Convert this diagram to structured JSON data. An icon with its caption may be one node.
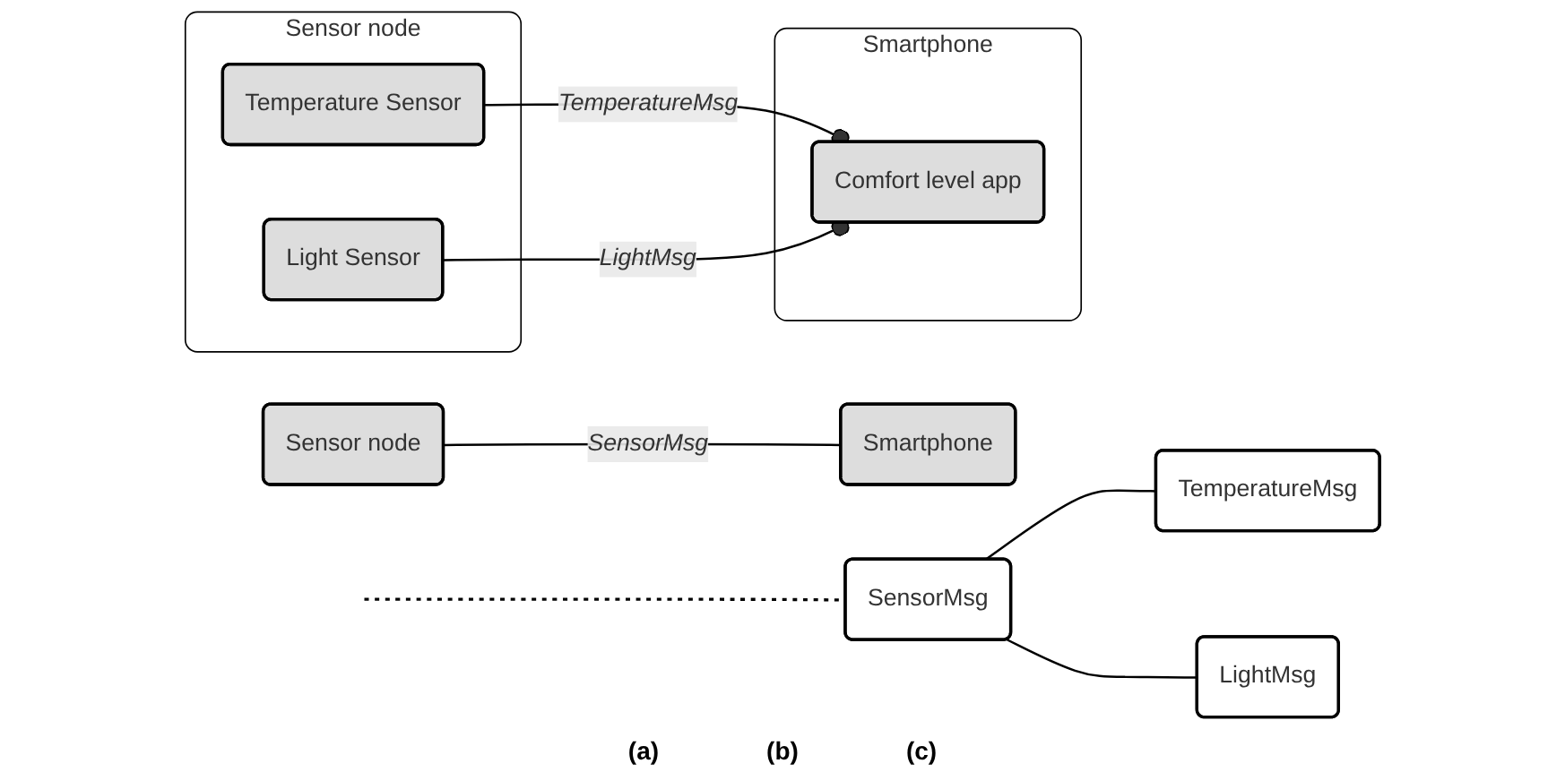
{
  "diagram": {
    "nodes": [
      {
        "text": [
          "Sensor node"
        ]
      },
      {
        "text": [
          "Smartphone"
        ]
      },
      {
        "text": [
          "Sensor node"
        ]
      },
      {
        "text": [
          "Temperature Sensor"
        ],
        "in": 2
      },
      {
        "text": [
          "Light Sensor"
        ],
        "in": 2
      },
      {
        "text": [
          "Smartphone"
        ]
      },
      {
        "text": [
          "Comfort level app"
        ],
        "in": 5
      },
      {
        "text": [
          "SensorMsg"
        ]
      },
      {
        "text": [
          "TemperatureMsg"
        ]
      },
      {
        "text": [
          "LightMsg"
        ]
      }
    ],
    "edges": [
      {
        "from": 0,
        "to": 1,
        "arrow": "none",
        "label": "SensorMsg"
      },
      {
        "from": 3,
        "to": 6,
        "arrow": "other",
        "label": "TemperatureMsg"
      },
      {
        "from": 4,
        "to": 6,
        "arrow": "other",
        "label": "LightMsg"
      },
      {
        "from": null,
        "to": 7,
        "arrow": "none",
        "style": "dashed"
      },
      {
        "from": 7,
        "to": 8,
        "arrow": "none"
      },
      {
        "from": 7,
        "to": 9,
        "arrow": "none"
      }
    ],
    "labels": [
      "(a)",
      "(b)",
      "(c)"
    ]
  }
}
